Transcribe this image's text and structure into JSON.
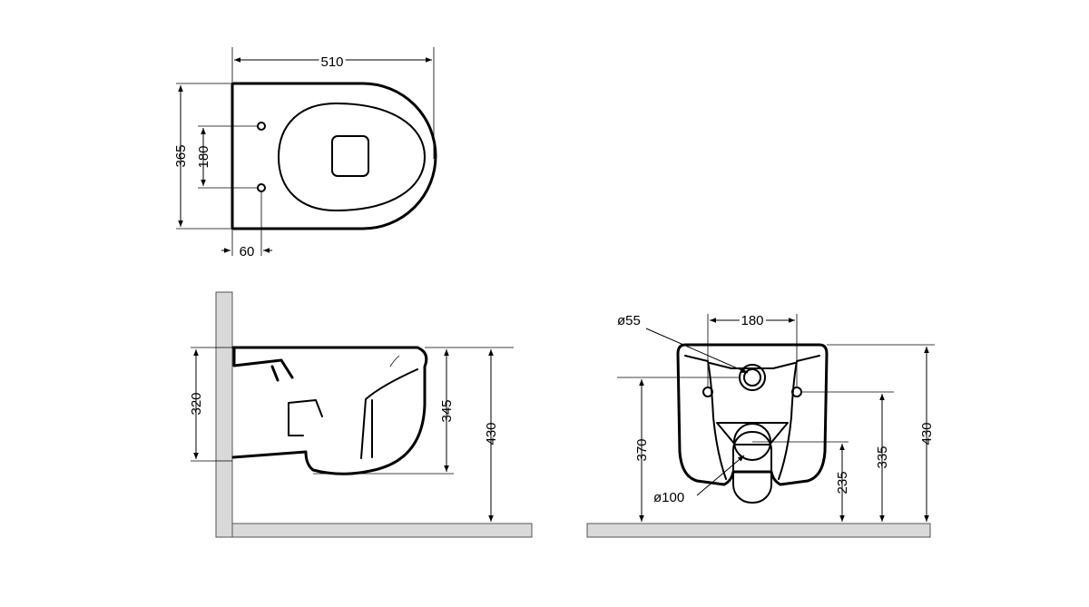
{
  "top_view": {
    "dim_width": "510",
    "dim_depth": "365",
    "dim_hole_spacing": "180",
    "dim_hole_offset": "60"
  },
  "side_view": {
    "dim_fixing_height": "320",
    "dim_bowl_height": "345",
    "dim_rim_height": "430"
  },
  "front_view": {
    "dim_inlet_diameter": "ø55",
    "dim_hole_spacing": "180",
    "dim_inlet_height": "370",
    "dim_fixing_height": "335",
    "dim_outlet_height": "235",
    "dim_rim_height": "430",
    "dim_outlet_diameter": "ø100"
  }
}
